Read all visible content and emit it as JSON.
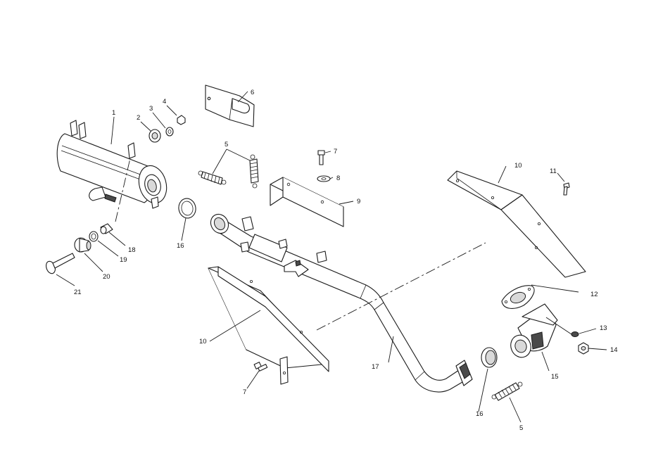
{
  "diagram": {
    "callouts": [
      {
        "id": "c1",
        "label": "1"
      },
      {
        "id": "c2",
        "label": "2"
      },
      {
        "id": "c3",
        "label": "3"
      },
      {
        "id": "c4",
        "label": "4"
      },
      {
        "id": "c5a",
        "label": "5"
      },
      {
        "id": "c5b",
        "label": "5"
      },
      {
        "id": "c6",
        "label": "6"
      },
      {
        "id": "c7a",
        "label": "7"
      },
      {
        "id": "c7b",
        "label": "7"
      },
      {
        "id": "c8",
        "label": "8"
      },
      {
        "id": "c9",
        "label": "9"
      },
      {
        "id": "c10a",
        "label": "10"
      },
      {
        "id": "c10b",
        "label": "10"
      },
      {
        "id": "c11",
        "label": "11"
      },
      {
        "id": "c12",
        "label": "12"
      },
      {
        "id": "c13",
        "label": "13"
      },
      {
        "id": "c14",
        "label": "14"
      },
      {
        "id": "c15",
        "label": "15"
      },
      {
        "id": "c16a",
        "label": "16"
      },
      {
        "id": "c16b",
        "label": "16"
      },
      {
        "id": "c17",
        "label": "17"
      },
      {
        "id": "c18",
        "label": "18"
      },
      {
        "id": "c19",
        "label": "19"
      },
      {
        "id": "c20",
        "label": "20"
      },
      {
        "id": "c21",
        "label": "21"
      }
    ]
  }
}
